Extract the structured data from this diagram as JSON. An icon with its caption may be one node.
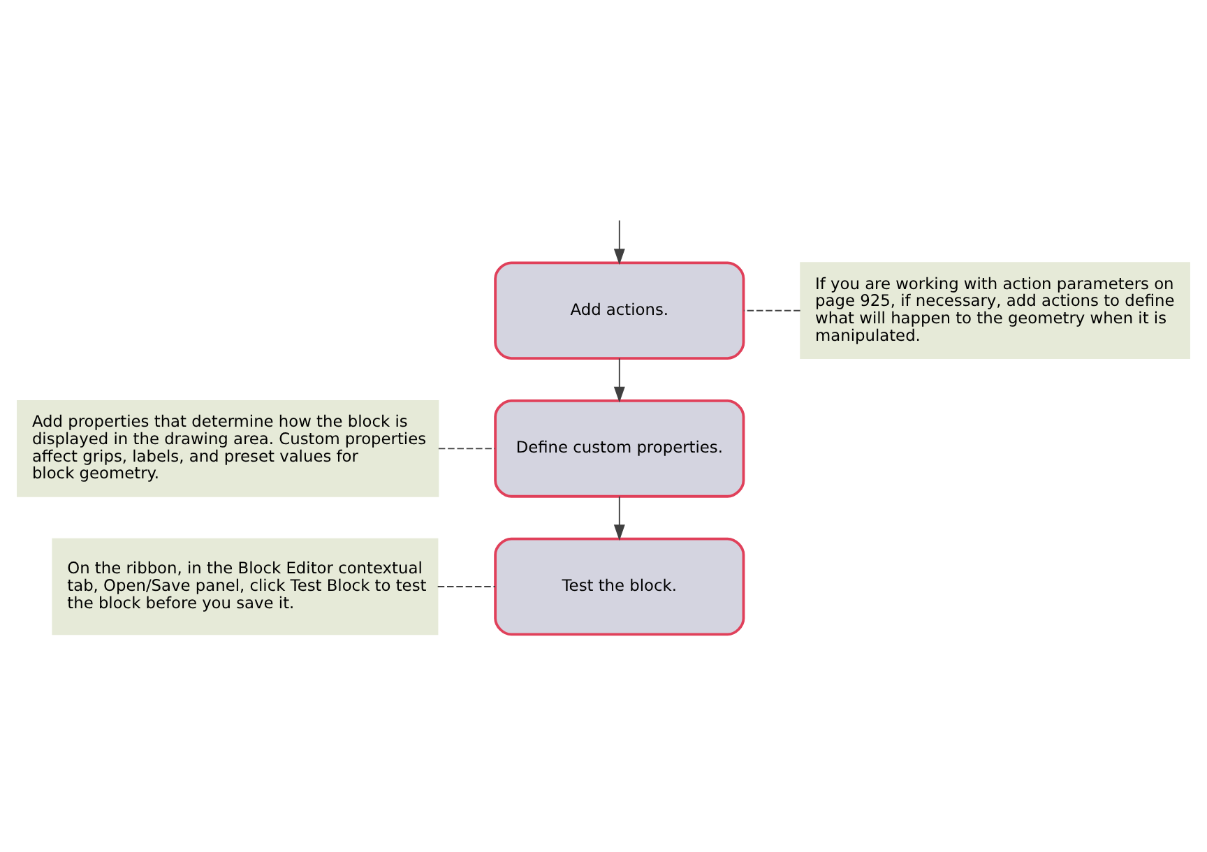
{
  "diagram": {
    "nodes": [
      {
        "text": [
          "Add actions."
        ]
      },
      {
        "text": [
          "If you are working with action parameters on page 925, if necessary, add actions to define what will happen to the geometry when it is manipulated."
        ]
      },
      {
        "text": [
          "Define custom properties."
        ]
      },
      {
        "text": [
          "Add properties that determine how the block is displayed in the drawing area. Custom properties affect grips, labels, and preset values for block geometry."
        ]
      },
      {
        "text": [
          "Test the block."
        ]
      },
      {
        "text": [
          "On the ribbon, in the Block Editor contextual tab, Open/Save panel, click Test Block to test the block before you save it."
        ]
      }
    ],
    "edges": [
      {
        "from": null,
        "to": 0,
        "arrow": "to"
      },
      {
        "from": 0,
        "to": 2,
        "arrow": "to"
      },
      {
        "from": 2,
        "to": 4,
        "arrow": "to"
      },
      {
        "from": 1,
        "to": 0,
        "arrow": "none",
        "style": "dashed"
      },
      {
        "from": 3,
        "to": 2,
        "arrow": "none",
        "style": "dashed"
      },
      {
        "from": 5,
        "to": 4,
        "arrow": "none",
        "style": "dashed"
      }
    ]
  }
}
